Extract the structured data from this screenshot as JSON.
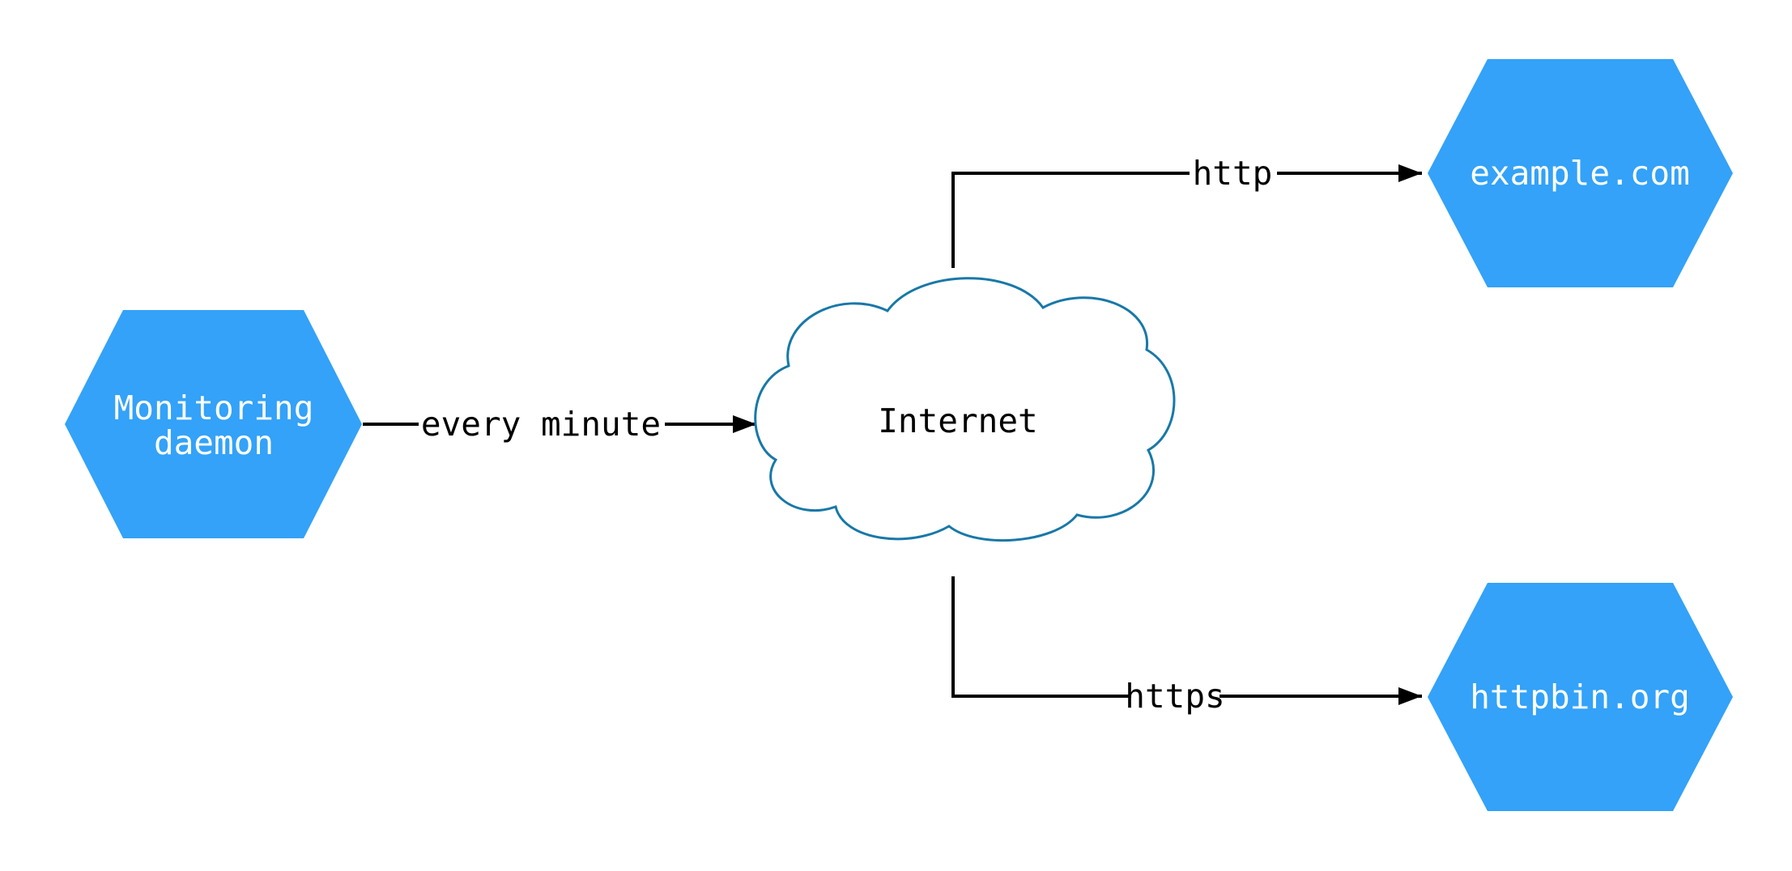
{
  "diagram": {
    "title": "",
    "nodes": {
      "monitoring_daemon": {
        "shape": "hexagon",
        "label_line1": "Monitoring",
        "label_line2": "daemon"
      },
      "internet": {
        "shape": "cloud",
        "label": "Internet"
      },
      "example_com": {
        "shape": "hexagon",
        "label": "example.com"
      },
      "httpbin_org": {
        "shape": "hexagon",
        "label": "httpbin.org"
      }
    },
    "edges": [
      {
        "from": "monitoring_daemon",
        "to": "internet",
        "label": "every minute"
      },
      {
        "from": "internet",
        "to": "example_com",
        "label": "http"
      },
      {
        "from": "internet",
        "to": "httpbin_org",
        "label": "https"
      }
    ],
    "colors": {
      "background": "#ffffff",
      "hexagon_fill": "#33a2f8",
      "hexagon_text": "#ffffff",
      "cloud_fill": "#ffffff",
      "cloud_stroke": "#1878a8",
      "edge_line": "#000000",
      "edge_label_text": "#000000"
    }
  }
}
